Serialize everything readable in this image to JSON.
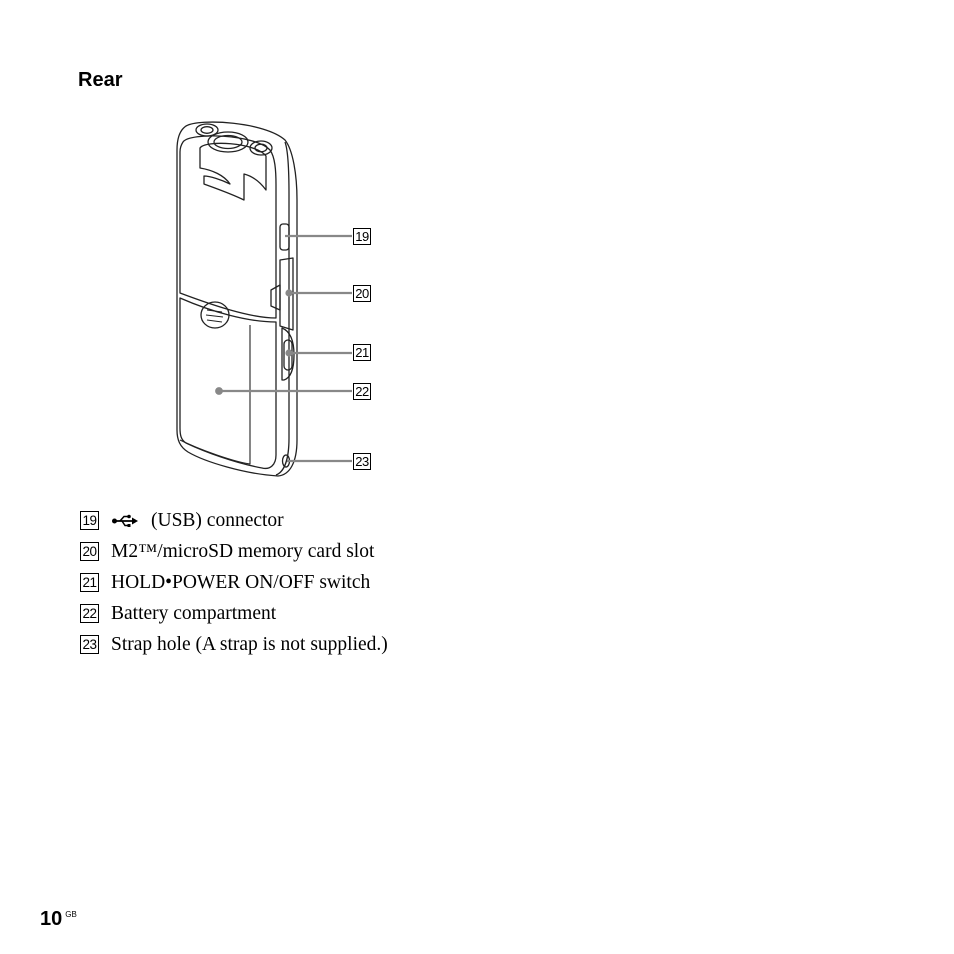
{
  "section": {
    "title": "Rear"
  },
  "callouts": [
    "19",
    "20",
    "21",
    "22",
    "23"
  ],
  "legend": [
    {
      "num": "19",
      "icon": "usb-icon",
      "text": "(USB) connector"
    },
    {
      "num": "20",
      "text": "M2™/microSD memory card slot"
    },
    {
      "num": "21",
      "text": "HOLD•POWER ON/OFF switch"
    },
    {
      "num": "22",
      "text": "Battery compartment"
    },
    {
      "num": "23",
      "text": "Strap hole (A strap is not supplied.)"
    }
  ],
  "footer": {
    "page": "10",
    "lang": "GB"
  }
}
